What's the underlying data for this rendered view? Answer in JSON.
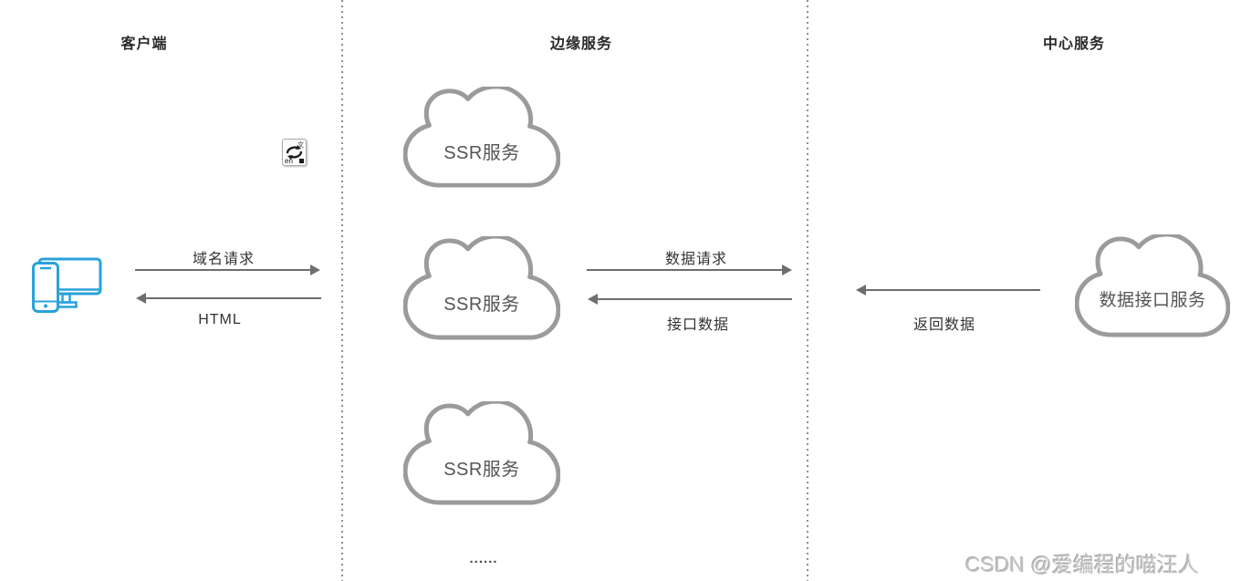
{
  "diagram": {
    "columns": [
      {
        "title": "客户端"
      },
      {
        "title": "边缘服务"
      },
      {
        "title": "中心服务"
      }
    ],
    "clouds": [
      {
        "label": "SSR服务"
      },
      {
        "label": "SSR服务"
      },
      {
        "label": "SSR服务"
      },
      {
        "label": "数据接口服务"
      }
    ],
    "arrows": [
      {
        "label": "域名请求",
        "direction": "right",
        "from": "客户端",
        "to": "边缘服务"
      },
      {
        "label": "HTML",
        "direction": "left",
        "from": "边缘服务",
        "to": "客户端"
      },
      {
        "label": "数据请求",
        "direction": "right",
        "from": "边缘服务",
        "to": "中心服务"
      },
      {
        "label": "接口数据",
        "direction": "left",
        "from": "中心服务",
        "to": "边缘服务"
      },
      {
        "label": "返回数据",
        "direction": "left",
        "from": "数据接口服务",
        "to": "边缘服务"
      }
    ],
    "ellipsis": "......",
    "colors": {
      "cloud_stroke": "#9b9b9b",
      "arrow": "#6e6e6e",
      "client_icon": "#29a1db",
      "separator_dots": "#8f8f8f",
      "header_text": "#2a2a2a",
      "cloud_label_text": "#555555"
    }
  },
  "translate_icon": {
    "lang": "en"
  },
  "watermark": "CSDN @爱编程的喵汪人"
}
